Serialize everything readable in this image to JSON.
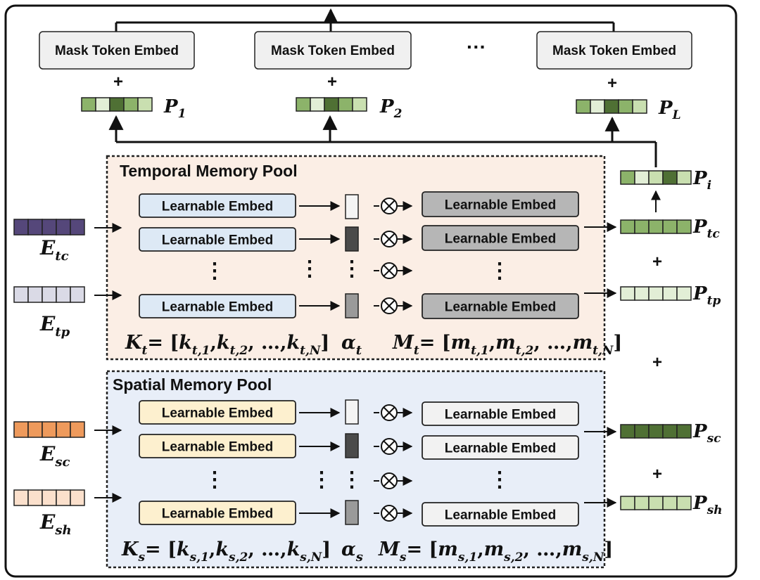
{
  "mask_token_label": "Mask Token Embed",
  "learnable_label": "Learnable Embed",
  "ellipsis_dots": "···",
  "plus_sign": "+",
  "otimes_sign": "⊗",
  "vdots": "⋮",
  "pools": {
    "temporal": {
      "title": "Temporal Memory Pool",
      "keys": {
        "lhs": "K",
        "lhs_sub": "t",
        "open": "= [",
        "terms": [
          [
            "k",
            "t,1"
          ],
          [
            "k",
            "t,2"
          ]
        ],
        "dots": "…",
        "last": [
          "k",
          "t,N"
        ],
        "close": "]"
      },
      "alpha": [
        "α",
        "t"
      ],
      "memory": {
        "lhs": "M",
        "lhs_sub": "t",
        "open": "= [",
        "terms": [
          [
            "m",
            "t,1"
          ],
          [
            "m",
            "t,2"
          ]
        ],
        "dots": "…",
        "last": [
          "m",
          "t,N"
        ],
        "close": "]"
      }
    },
    "spatial": {
      "title": "Spatial Memory Pool",
      "keys": {
        "lhs": "K",
        "lhs_sub": "s",
        "open": "= [",
        "terms": [
          [
            "k",
            "s,1"
          ],
          [
            "k",
            "s,2"
          ]
        ],
        "dots": "…",
        "last": [
          "k",
          "s,N"
        ],
        "close": "]"
      },
      "alpha": [
        "α",
        "s"
      ],
      "memory": {
        "lhs": "M",
        "lhs_sub": "s",
        "open": "= [",
        "terms": [
          [
            "m",
            "s,1"
          ],
          [
            "m",
            "s,2"
          ]
        ],
        "dots": "…",
        "last": [
          "m",
          "s,N"
        ],
        "close": "]"
      }
    }
  },
  "inputs": {
    "e_tc": [
      "E",
      "tc"
    ],
    "e_tp": [
      "E",
      "tp"
    ],
    "e_sc": [
      "E",
      "sc"
    ],
    "e_sh": [
      "E",
      "sh"
    ]
  },
  "prompts": {
    "p1": [
      "P",
      "1"
    ],
    "p2": [
      "P",
      "2"
    ],
    "pL": [
      "P",
      "L"
    ],
    "pi": [
      "P",
      "i"
    ],
    "ptc": [
      "P",
      "tc"
    ],
    "ptp": [
      "P",
      "tp"
    ],
    "psc": [
      "P",
      "sc"
    ],
    "psh": [
      "P",
      "sh"
    ]
  },
  "colors": {
    "temporal_bg": "#fbeee5",
    "spatial_bg": "#e8eef8",
    "learnable_blue": "#dde9f5",
    "learnable_yellow": "#fdf0cf",
    "memory_gray": "#b6b6b6",
    "memory_light": "#f2f2f2",
    "e_tc": "#55477a",
    "e_tp": "#dadae6",
    "e_sc": "#ee9a5c",
    "e_sh": "#fbe0cc",
    "green_dark": "#4f7034",
    "green_mid": "#8cb36a",
    "green_light": "#c9dfb0",
    "green_pale": "#e2eed6"
  }
}
